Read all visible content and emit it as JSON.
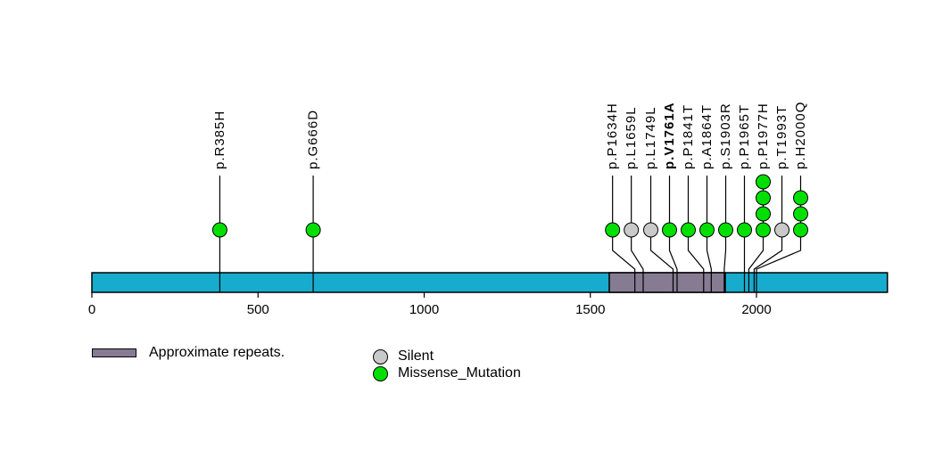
{
  "chart_data": {
    "type": "lollipop",
    "title": "",
    "xlabel": "",
    "ylabel": "",
    "axis": {
      "xlim": [
        0,
        2394
      ],
      "ticks": [
        0,
        500,
        1000,
        1500,
        2000
      ],
      "grid": false
    },
    "backbone": {
      "start": 0,
      "end": 2394,
      "color": "#17ACCE"
    },
    "domains": [
      {
        "name": "Approximate repeats.",
        "start": 1557,
        "end": 1906,
        "color": "#867B92"
      }
    ],
    "mutation_types": [
      {
        "name": "Silent",
        "color": "#C9C9C9"
      },
      {
        "name": "Missense_Mutation",
        "color": "#00DF00"
      }
    ],
    "mutations": [
      {
        "label": "p.R385H",
        "pos": 385,
        "type": "Missense_Mutation",
        "count": 1,
        "bold": false
      },
      {
        "label": "p.G666D",
        "pos": 666,
        "type": "Missense_Mutation",
        "count": 1,
        "bold": false
      },
      {
        "label": "p.P1634H",
        "pos": 1634,
        "type": "Missense_Mutation",
        "count": 1,
        "bold": false
      },
      {
        "label": "p.L1659L",
        "pos": 1659,
        "type": "Silent",
        "count": 1,
        "bold": false
      },
      {
        "label": "p.L1749L",
        "pos": 1749,
        "type": "Silent",
        "count": 1,
        "bold": false
      },
      {
        "label": "p.V1761A",
        "pos": 1761,
        "type": "Missense_Mutation",
        "count": 1,
        "bold": true
      },
      {
        "label": "p.P1841T",
        "pos": 1841,
        "type": "Missense_Mutation",
        "count": 1,
        "bold": false
      },
      {
        "label": "p.A1864T",
        "pos": 1864,
        "type": "Missense_Mutation",
        "count": 1,
        "bold": false
      },
      {
        "label": "p.S1903R",
        "pos": 1903,
        "type": "Missense_Mutation",
        "count": 1,
        "bold": false
      },
      {
        "label": "p.P1965T",
        "pos": 1965,
        "type": "Missense_Mutation",
        "count": 1,
        "bold": false
      },
      {
        "label": "p.P1977H",
        "pos": 1977,
        "type": "Missense_Mutation",
        "count": 4,
        "bold": false
      },
      {
        "label": "p.T1993T",
        "pos": 1993,
        "type": "Silent",
        "count": 1,
        "bold": false
      },
      {
        "label": "p.H2000Q",
        "pos": 2000,
        "type": "Missense_Mutation",
        "count": 3,
        "bold": false
      }
    ],
    "legend": {
      "domain_label": "Approximate repeats.",
      "silent_label": "Silent",
      "missense_label": "Missense_Mutation"
    }
  }
}
